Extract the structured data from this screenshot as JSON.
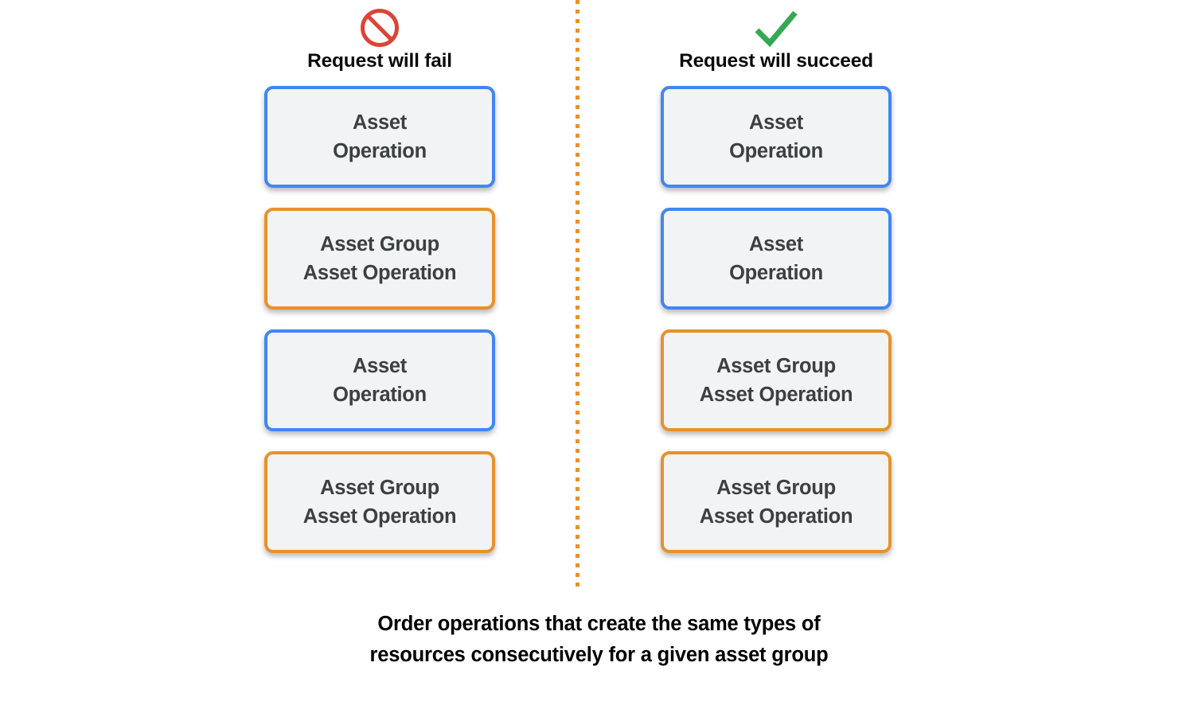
{
  "colors": {
    "blue": "#4285F4",
    "orange": "#E8912B",
    "red": "#DB4437",
    "green": "#34A853",
    "box_fill": "#F1F3F4",
    "box_text": "#3C4043",
    "caption_text": "#000000",
    "background": "#FFFFFF"
  },
  "columns": [
    {
      "id": "fail",
      "icon": "prohibition-icon",
      "icon_color": "#DB4437",
      "label": "Request will fail",
      "boxes": [
        {
          "text": "Asset\nOperation",
          "type": "asset",
          "border_color": "#4285F4"
        },
        {
          "text": "Asset Group\nAsset Operation",
          "type": "asset-group",
          "border_color": "#E8912B"
        },
        {
          "text": "Asset\nOperation",
          "type": "asset",
          "border_color": "#4285F4"
        },
        {
          "text": "Asset Group\nAsset Operation",
          "type": "asset-group",
          "border_color": "#E8912B"
        }
      ]
    },
    {
      "id": "succeed",
      "icon": "checkmark-icon",
      "icon_color": "#34A853",
      "label": "Request will succeed",
      "boxes": [
        {
          "text": "Asset\nOperation",
          "type": "asset",
          "border_color": "#4285F4"
        },
        {
          "text": "Asset\nOperation",
          "type": "asset",
          "border_color": "#4285F4"
        },
        {
          "text": "Asset Group\nAsset Operation",
          "type": "asset-group",
          "border_color": "#E8912B"
        },
        {
          "text": "Asset Group\nAsset Operation",
          "type": "asset-group",
          "border_color": "#E8912B"
        }
      ]
    }
  ],
  "caption": "Order operations that create the same types of\nresources consecutively for a given asset group"
}
